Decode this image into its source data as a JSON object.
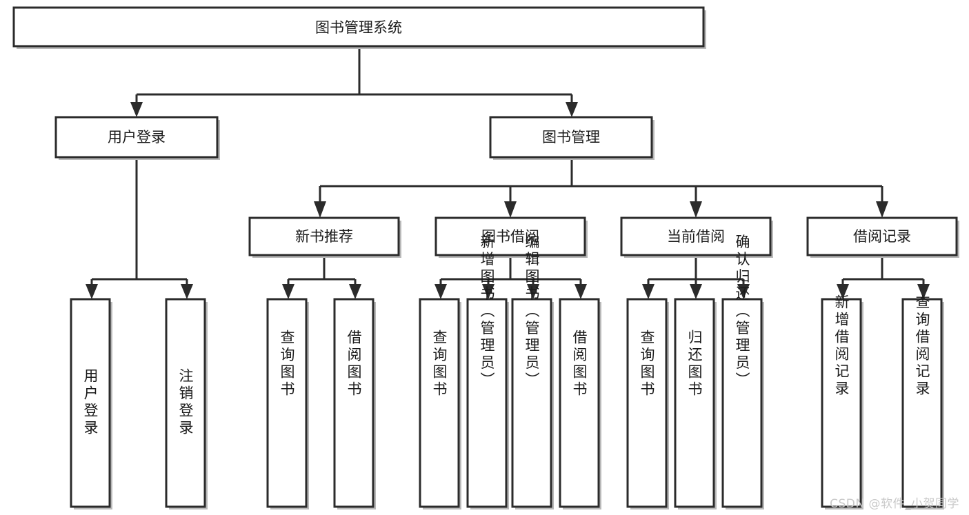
{
  "diagram": {
    "type": "tree-hierarchy-chart",
    "title": "图书管理系统",
    "colors": {
      "background": "#ffffff",
      "box_fill": "#ffffff",
      "box_stroke": "#2b2b2b",
      "line": "#2b2b2b",
      "text": "#1a1a1a",
      "watermark": "#c9c9c9"
    },
    "levels": {
      "root": {
        "label": "图书管理系统"
      },
      "level2": [
        {
          "id": "user-login",
          "label": "用户登录"
        },
        {
          "id": "book-manage",
          "label": "图书管理"
        }
      ],
      "level3": [
        {
          "id": "new-book-recommend",
          "label": "新书推荐"
        },
        {
          "id": "book-borrow",
          "label": "图书借阅"
        },
        {
          "id": "current-borrow",
          "label": "当前借阅"
        },
        {
          "id": "borrow-record",
          "label": "借阅记录"
        }
      ],
      "leaves": {
        "user-login": [
          {
            "id": "leaf-user-login",
            "label": "用户登录"
          },
          {
            "id": "leaf-logout",
            "label": "注销登录"
          }
        ],
        "new-book-recommend": [
          {
            "id": "leaf-query-book-1",
            "label": "查询图书"
          },
          {
            "id": "leaf-borrow-book-1",
            "label": "借阅图书"
          }
        ],
        "book-borrow": [
          {
            "id": "leaf-query-book-2",
            "label": "查询图书"
          },
          {
            "id": "leaf-add-book",
            "label": "新增图书（管理员）"
          },
          {
            "id": "leaf-edit-book",
            "label": "编辑图书（管理员）"
          },
          {
            "id": "leaf-borrow-book-2",
            "label": "借阅图书"
          }
        ],
        "current-borrow": [
          {
            "id": "leaf-query-book-3",
            "label": "查询图书"
          },
          {
            "id": "leaf-return-book",
            "label": "归还图书"
          },
          {
            "id": "leaf-confirm-return",
            "label": "确认归还（管理员）"
          }
        ],
        "borrow-record": [
          {
            "id": "leaf-add-record",
            "label": "新增借阅记录"
          },
          {
            "id": "leaf-query-record",
            "label": "查询借阅记录"
          }
        ]
      }
    }
  },
  "watermark": {
    "text": "CSDN @软件_小贺同学"
  }
}
